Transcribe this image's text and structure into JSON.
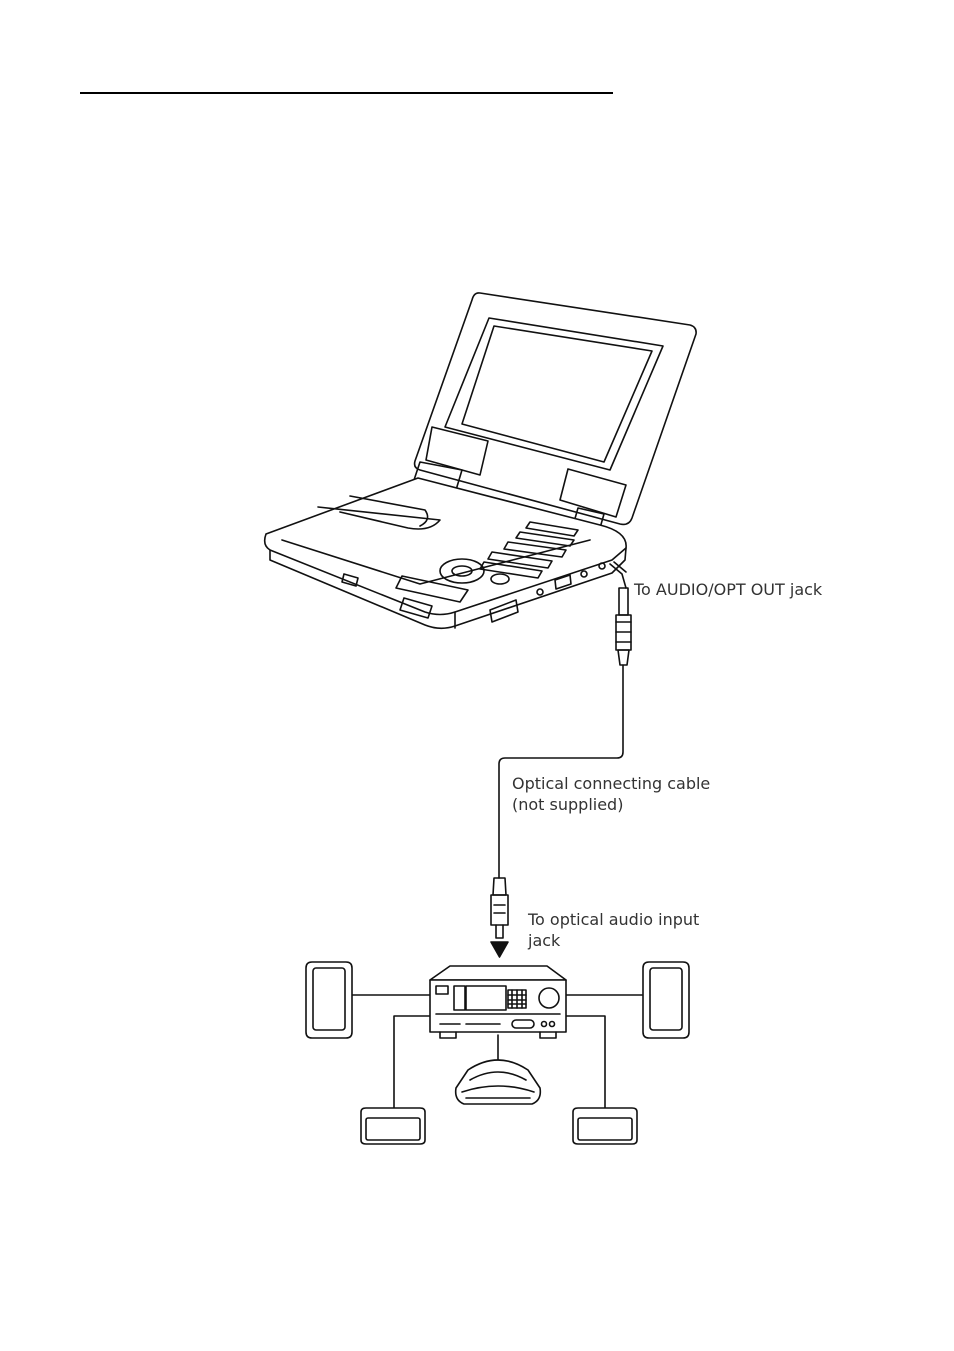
{
  "labels": {
    "audio_out": "To AUDIO/OPT OUT jack",
    "cable_line1": "Optical connecting cable",
    "cable_line2": "(not supplied)",
    "input_line1": "To optical audio input",
    "input_line2": "jack"
  }
}
